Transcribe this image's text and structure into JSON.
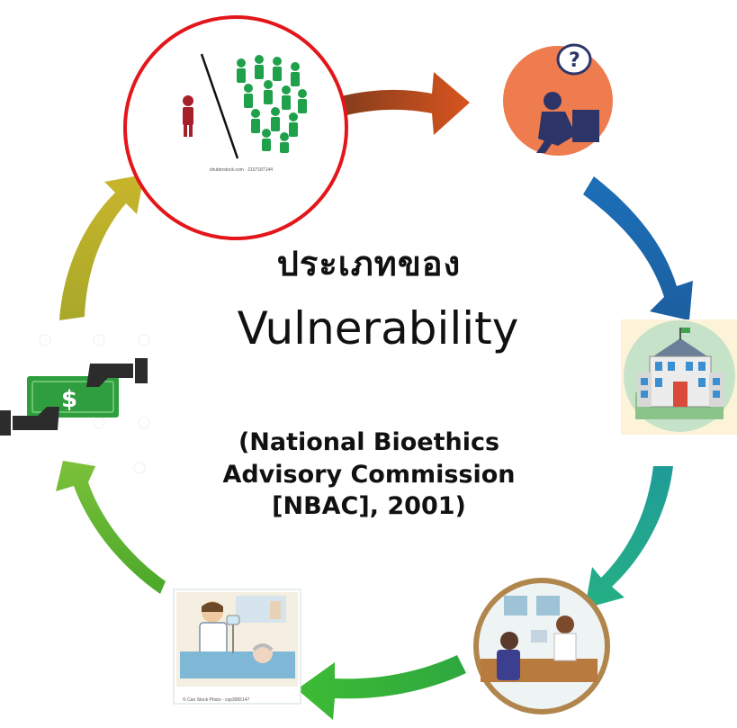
{
  "title_thai": "ประเภทของ",
  "title_main": "Vulnerability",
  "citation": {
    "line1": "(National Bioethics",
    "line2": "Advisory Commission",
    "line3": "[NBAC], 2001)"
  },
  "watermarks": {
    "shutterstock": "shutterstock.com · 2107187144",
    "canstock": "© Can Stock Photo - csp3065147"
  },
  "icons": [
    "minority-vs-majority-icon",
    "confused-thinker-icon",
    "institution-building-icon",
    "doctor-patient-consultation-icon",
    "hospital-patient-icon",
    "money-exchange-icon"
  ],
  "colors": {
    "highlight_circle": "#e3161b",
    "arrow_1": "#c8451f",
    "arrow_2": "#1f6fb5",
    "arrow_3": "#22a58e",
    "arrow_4": "#35b33a",
    "arrow_5": "#6cb52f",
    "arrow_6": "#b8b02a"
  }
}
